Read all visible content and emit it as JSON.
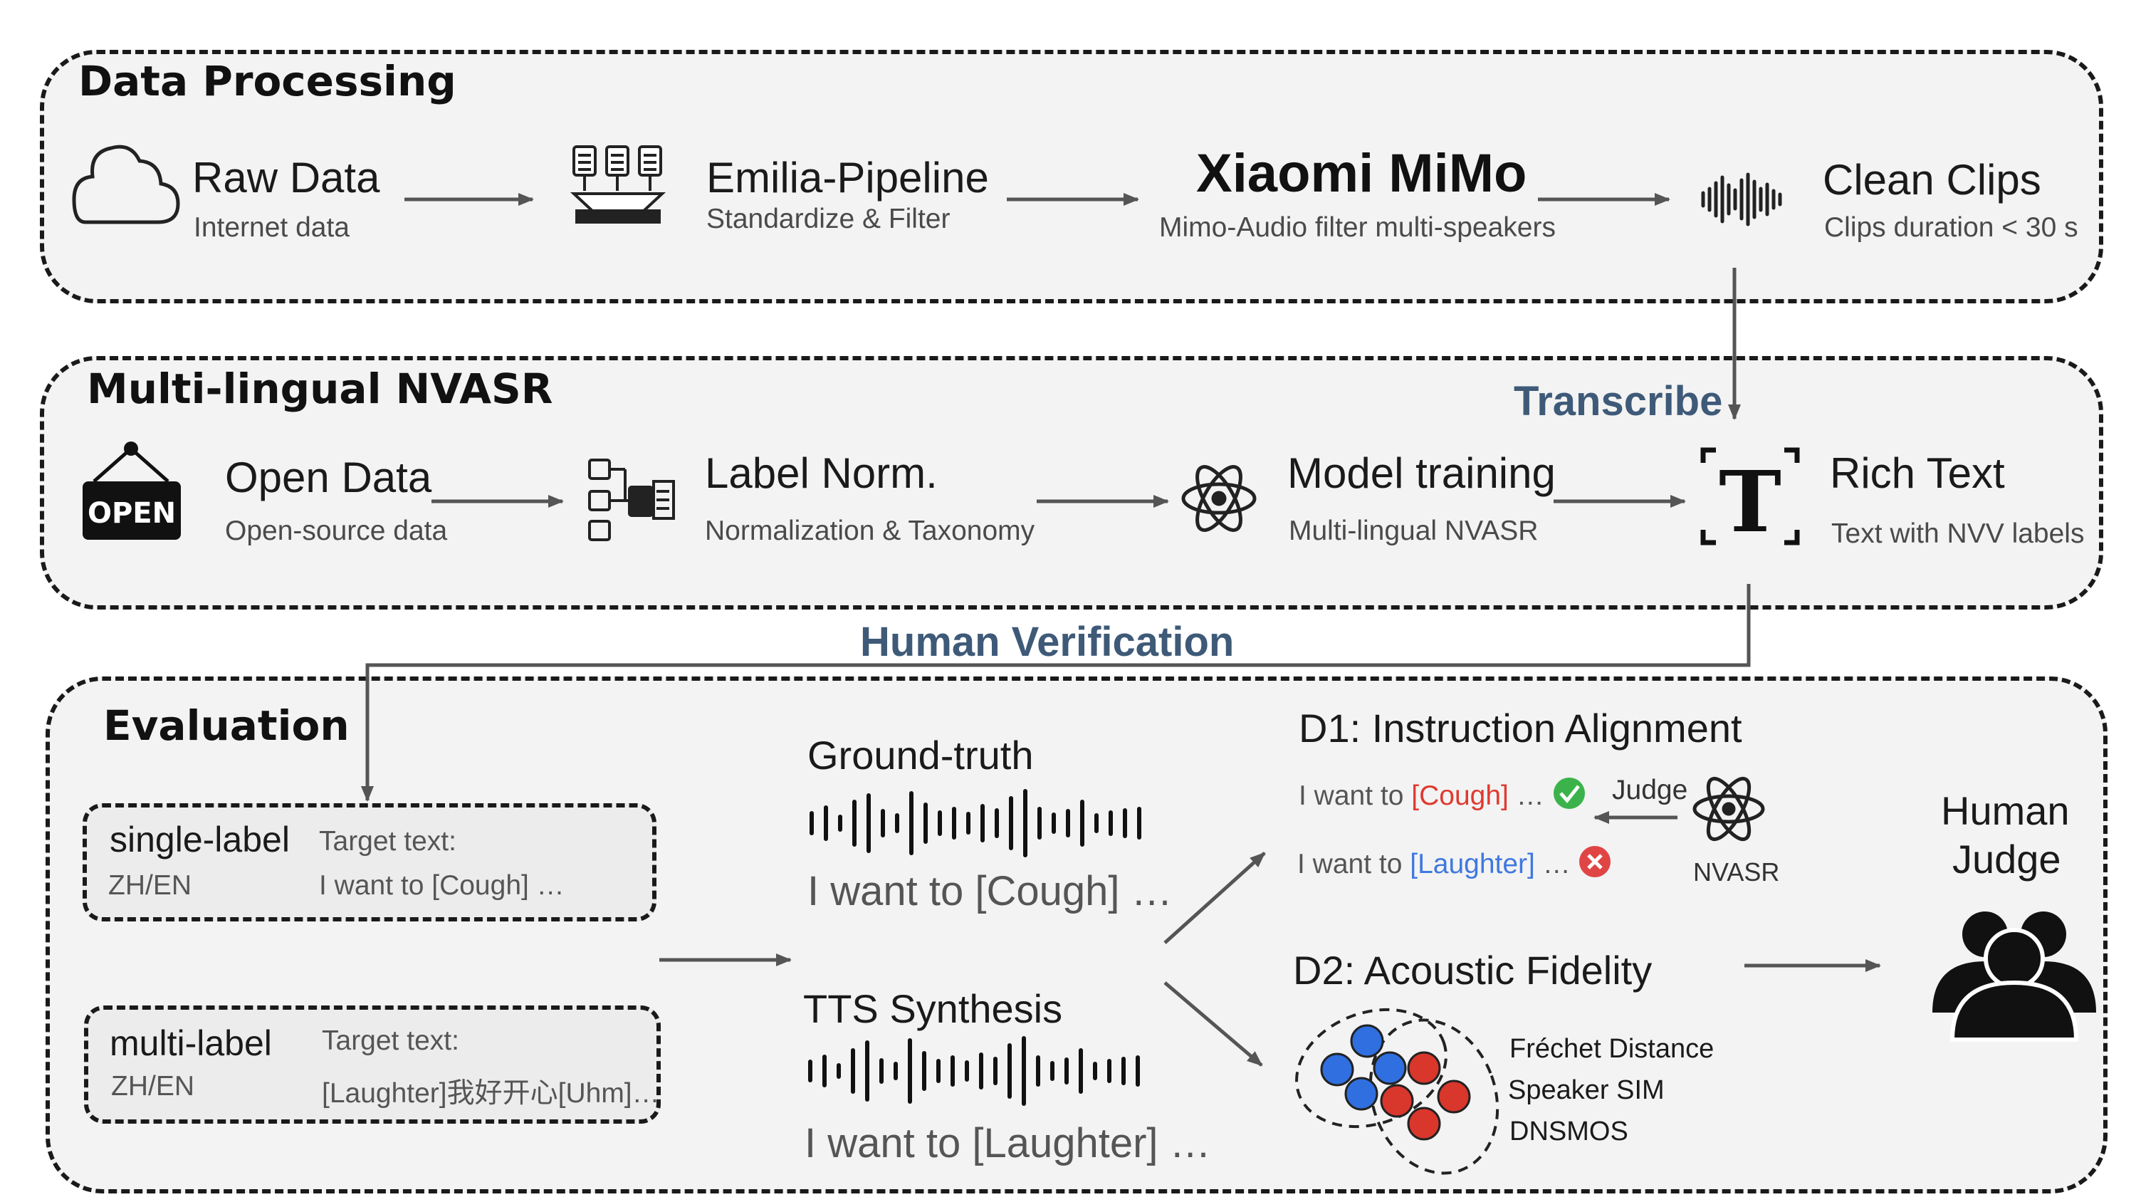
{
  "sections": {
    "data_processing": "Data Processing",
    "nvasr": "Multi-lingual NVASR",
    "evaluation": "Evaluation"
  },
  "row1": {
    "raw_data": {
      "title": "Raw Data",
      "sub": "Internet data",
      "icon": "cloud-icon"
    },
    "emilia": {
      "title": "Emilia-Pipeline",
      "sub": "Standardize & Filter",
      "icon": "document-stack-icon"
    },
    "mimo": {
      "title": "Xiaomi MiMo",
      "sub": "Mimo-Audio filter multi-speakers"
    },
    "clean": {
      "title": "Clean Clips",
      "sub": "Clips duration < 30 s",
      "icon": "audio-wave-icon"
    }
  },
  "transcribe_label": "Transcribe",
  "row2": {
    "open": {
      "title": "Open Data",
      "sub": "Open-source data",
      "icon": "open-sign-icon",
      "sign_text": "OPEN"
    },
    "label": {
      "title": "Label Norm.",
      "sub": "Normalization & Taxonomy",
      "icon": "label-flow-icon"
    },
    "model": {
      "title": "Model training",
      "sub": "Multi-lingual NVASR",
      "icon": "atom-icon"
    },
    "rich": {
      "title": "Rich Text",
      "sub": "Text with NVV labels",
      "icon": "text-frame-icon",
      "glyph": "T"
    }
  },
  "human_verification": "Human Verification",
  "evaluation": {
    "single": {
      "title": "single-label",
      "lang": "ZH/EN",
      "target_label": "Target text:",
      "target_text": "I want to [Cough] …"
    },
    "multi": {
      "title": "multi-label",
      "lang": "ZH/EN",
      "target_label": "Target text:",
      "target_text": "[Laughter]我好开心[Uhm]…"
    },
    "ground_truth": {
      "title": "Ground-truth",
      "caption": "I want to [Cough] …"
    },
    "tts": {
      "title": "TTS Synthesis",
      "caption": "I want to [Laughter] …"
    },
    "d1": {
      "title": "D1: Instruction Alignment",
      "line1_prefix": "I want to ",
      "line1_tag": "[Cough]",
      "line1_suffix": " …",
      "line2_prefix": "I want to ",
      "line2_tag": "[Laughter]",
      "line2_suffix": " …",
      "judge": "Judge",
      "nvasr": "NVASR"
    },
    "d2": {
      "title": "D2: Acoustic Fidelity",
      "metrics": [
        "Fréchet Distance",
        "Speaker SIM",
        "DNSMOS"
      ]
    },
    "human_judge": {
      "line1": "Human",
      "line2": "Judge",
      "icon": "people-group-icon"
    }
  },
  "colors": {
    "red_tag": "#e03a2f",
    "blue_tag": "#3f78e0",
    "green_check": "#3bb34a",
    "red_cross": "#e04545",
    "blue_dot": "#2f6fe0",
    "red_dot": "#d9362c",
    "section_blue": "#3e5a78"
  }
}
